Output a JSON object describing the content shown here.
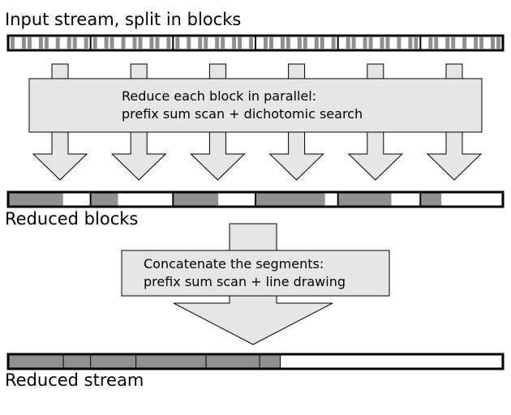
{
  "labels": {
    "input_stream": "Input stream, split in blocks",
    "reduce_step_line1": "Reduce each block in parallel:",
    "reduce_step_line2": "prefix sum scan + dichotomic search",
    "reduced_blocks": "Reduced blocks",
    "concat_step_line1": "Concatenate the segments:",
    "concat_step_line2": "prefix sum scan + line drawing",
    "reduced_stream": "Reduced stream"
  },
  "colors": {
    "kept_element": "#909090",
    "discarded_element": "#ffffff",
    "step_box_fill": "#e6e6e6",
    "arrow_fill": "#e6e6e6",
    "outline": "#000000"
  },
  "input_blocks": [
    {
      "pattern": "alternating kept and discarded elements"
    },
    {
      "pattern": "alternating kept and discarded elements"
    },
    {
      "pattern": "alternating kept and discarded elements"
    },
    {
      "pattern": "alternating kept and discarded elements"
    },
    {
      "pattern": "alternating kept and discarded elements"
    },
    {
      "pattern": "alternating kept and discarded elements"
    }
  ],
  "reduced_blocks": [
    {
      "kept_fraction": 0.67
    },
    {
      "kept_fraction": 0.33
    },
    {
      "kept_fraction": 0.55
    },
    {
      "kept_fraction": 0.85
    },
    {
      "kept_fraction": 0.65
    },
    {
      "kept_fraction": 0.25
    }
  ],
  "reduced_stream": {
    "segment_count": 6,
    "kept_fraction": 0.55
  }
}
